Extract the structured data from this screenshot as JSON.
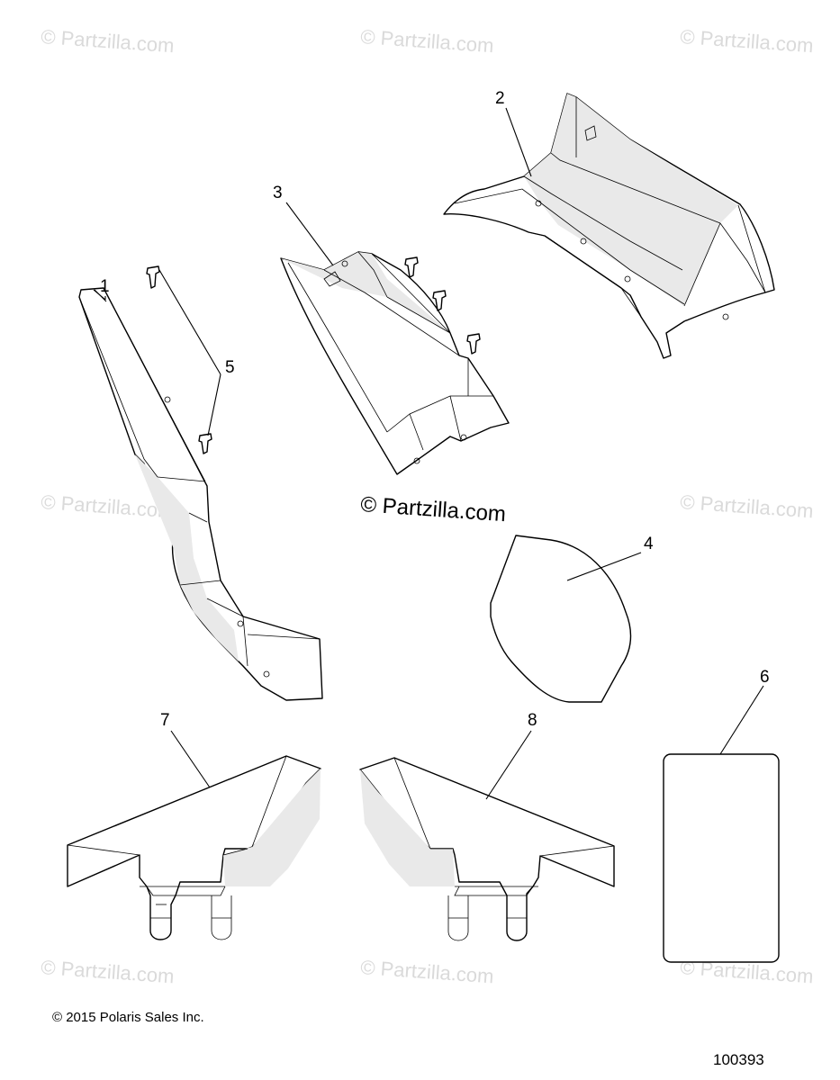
{
  "watermark": {
    "text": "© Partzilla.com",
    "center_text": "© Partzilla.com"
  },
  "callouts": {
    "c1": "1",
    "c2": "2",
    "c3": "3",
    "c4": "4",
    "c5": "5",
    "c6": "6",
    "c7": "7",
    "c8": "8"
  },
  "footer": {
    "copyright": "© 2015 Polaris Sales Inc.",
    "drawing_number": "100393"
  }
}
